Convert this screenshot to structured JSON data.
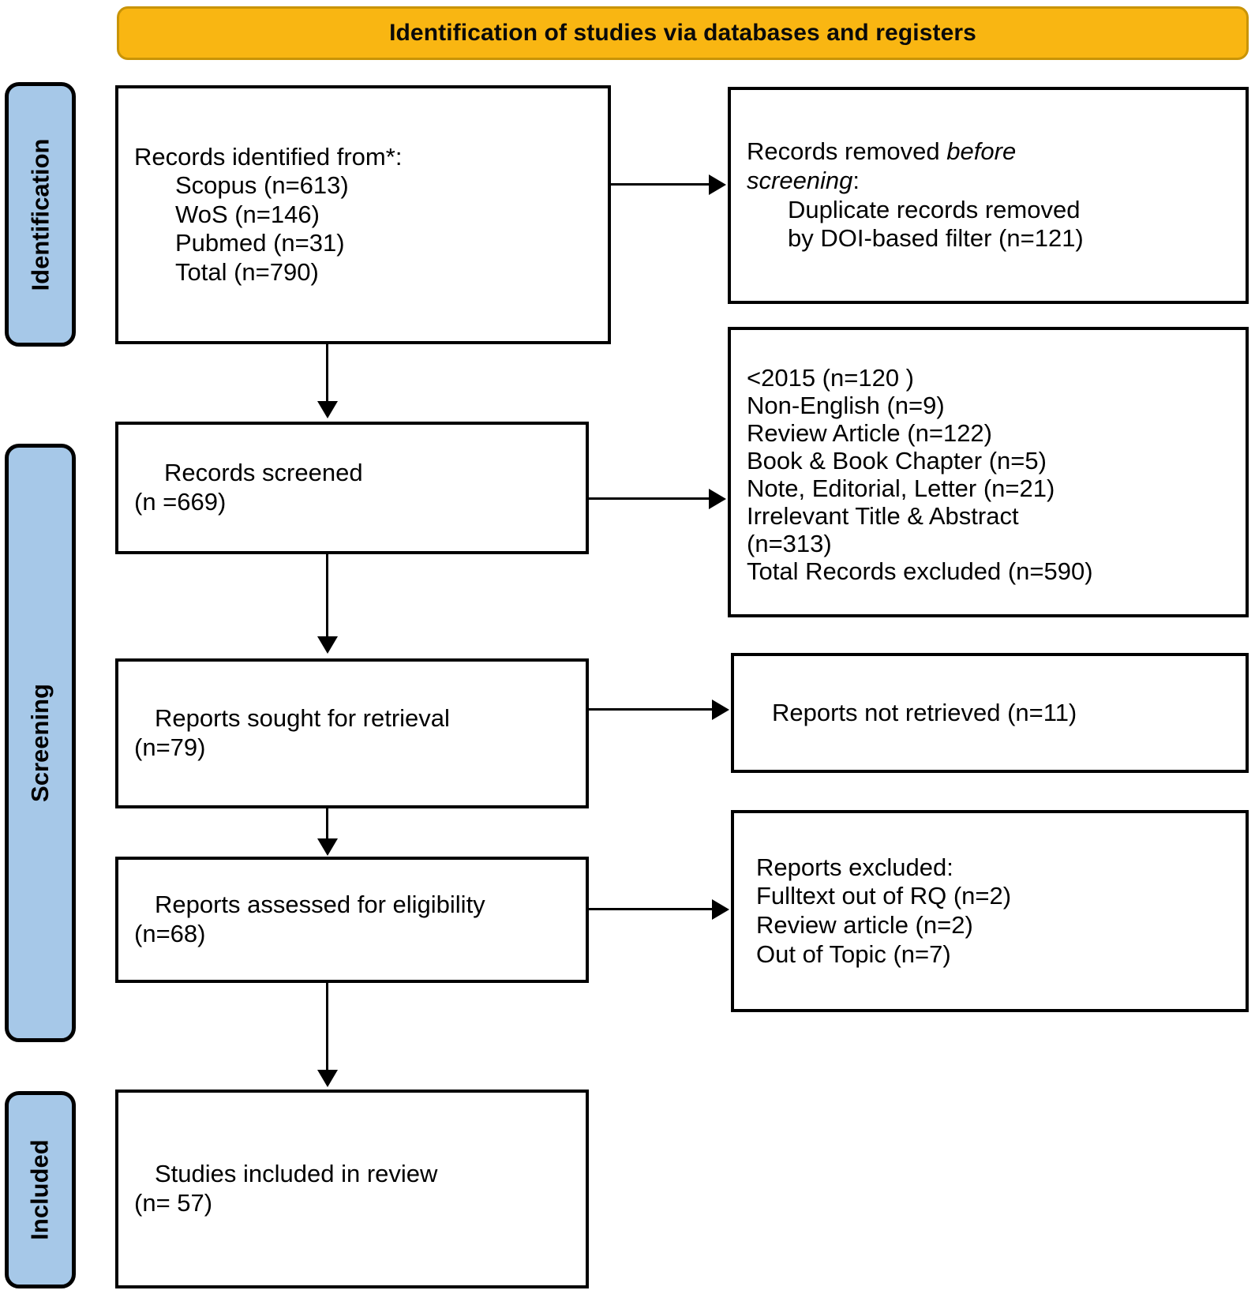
{
  "banner": {
    "title": "Identification of studies via databases and registers"
  },
  "stages": [
    {
      "id": "identification",
      "label": "Identification"
    },
    {
      "id": "screening",
      "label": "Screening"
    },
    {
      "id": "included",
      "label": "Included"
    }
  ],
  "boxes": {
    "records_identified": {
      "lines": [
        {
          "text": "Records identified from*:",
          "indent": false,
          "italic": false
        },
        {
          "text": "Scopus (n=613)",
          "indent": true,
          "italic": false
        },
        {
          "text": "WoS (n=146)",
          "indent": true,
          "italic": false
        },
        {
          "text": "Pubmed (n=31)",
          "indent": true,
          "italic": false
        },
        {
          "text": "Total (n=790)",
          "indent": true,
          "italic": false
        }
      ]
    },
    "records_removed": {
      "lines": [
        {
          "text": "Records removed ",
          "indent": false,
          "italic": false,
          "inline_italic": "before"
        },
        {
          "text": "screening",
          "indent": false,
          "italic": true,
          "suffix": ":"
        },
        {
          "text": "Duplicate records removed",
          "indent": true,
          "italic": false
        },
        {
          "text": "by DOI-based filter (n=121)",
          "indent": true,
          "italic": false
        }
      ]
    },
    "records_screened": {
      "lines": [
        {
          "text": "Records screened",
          "indent": false,
          "italic": false
        },
        {
          "text": "(n =669)",
          "indent": false,
          "italic": false
        }
      ]
    },
    "records_excluded": {
      "lines": [
        {
          "text": "<2015 (n=120 )",
          "indent": false,
          "italic": false
        },
        {
          "text": "Non-English (n=9)",
          "indent": false,
          "italic": false
        },
        {
          "text": "Review Article (n=122)",
          "indent": false,
          "italic": false
        },
        {
          "text": "Book & Book Chapter (n=5)",
          "indent": false,
          "italic": false
        },
        {
          "text": "Note, Editorial, Letter (n=21)",
          "indent": false,
          "italic": false
        },
        {
          "text": "Irrelevant Title & Abstract",
          "indent": false,
          "italic": false
        },
        {
          "text": "(n=313)",
          "indent": false,
          "italic": false
        },
        {
          "text": "Total Records excluded (n=590)",
          "indent": false,
          "italic": false
        }
      ]
    },
    "reports_sought": {
      "lines": [
        {
          "text": "Reports sought for retrieval",
          "indent": false,
          "italic": false
        },
        {
          "text": "(n=79)",
          "indent": false,
          "italic": false
        }
      ]
    },
    "reports_not_retrieved": {
      "lines": [
        {
          "text": "Reports not retrieved (n=11)",
          "indent": false,
          "italic": false
        }
      ]
    },
    "reports_assessed": {
      "lines": [
        {
          "text": "Reports assessed for eligibility",
          "indent": false,
          "italic": false
        },
        {
          "text": "(n=68)",
          "indent": false,
          "italic": false
        }
      ]
    },
    "reports_excluded": {
      "lines": [
        {
          "text": "Reports excluded:",
          "indent": false,
          "italic": false
        },
        {
          "text": "Fulltext out of RQ (n=2)",
          "indent": false,
          "italic": false
        },
        {
          "text": "Review article (n=2)",
          "indent": false,
          "italic": false
        },
        {
          "text": "Out of Topic (n=7)",
          "indent": false,
          "italic": false
        }
      ]
    },
    "studies_included": {
      "lines": [
        {
          "text": "Studies included in review",
          "indent": false,
          "italic": false
        },
        {
          "text": "(n= 57)",
          "indent": false,
          "italic": false
        }
      ]
    }
  },
  "colors": {
    "banner_fill": "#F9B612",
    "banner_border": "#C99407",
    "stage_fill": "#A6C8E8",
    "box_border": "#000000",
    "text": "#000000"
  }
}
